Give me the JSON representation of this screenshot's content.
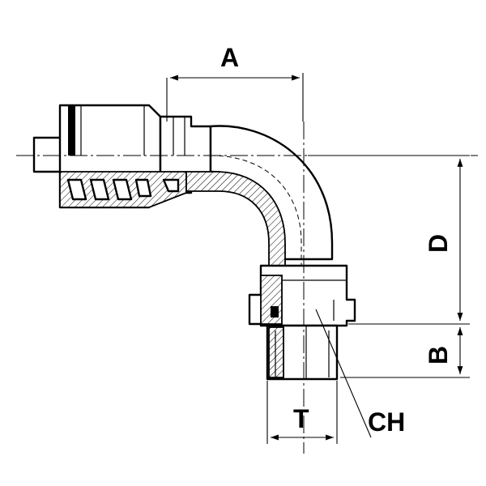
{
  "labels": {
    "a": "A",
    "d": "D",
    "b": "B",
    "t": "T",
    "ch": "CH"
  },
  "colors": {
    "line": "#000000",
    "background": "#ffffff"
  }
}
